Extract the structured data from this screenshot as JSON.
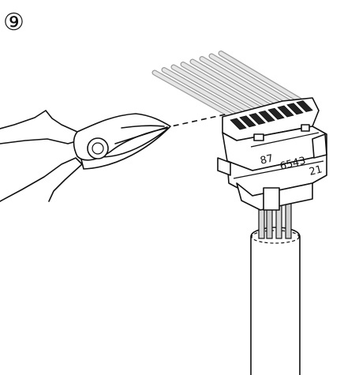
{
  "step_number": "⑨",
  "pin_labels": {
    "a": "87",
    "b": "6543",
    "c": "21"
  },
  "icons": {
    "cutter": "wire-cutter-icon",
    "wires": "trimmed-wire-ends-icon",
    "connector": "connector-housing-icon",
    "cable": "cable-icon"
  },
  "colors": {
    "line": "#111111",
    "wire_fill": "#e6e6e6",
    "wire_stroke": "#9a9a9a"
  }
}
